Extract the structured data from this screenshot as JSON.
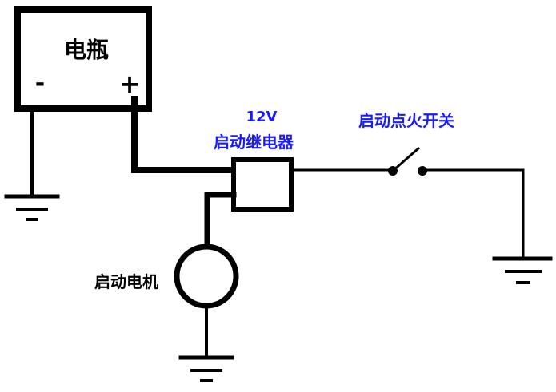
{
  "diagram": {
    "battery": {
      "label": "电瓶",
      "negative": "-",
      "positive": "+"
    },
    "relay": {
      "voltage": "12V",
      "label": "启动继电器"
    },
    "switch": {
      "label": "启动点火开关"
    },
    "motor": {
      "label": "启动电机"
    }
  },
  "colors": {
    "wire": "#000000",
    "blue_label": "#1a1aff",
    "black_label": "#000000"
  }
}
